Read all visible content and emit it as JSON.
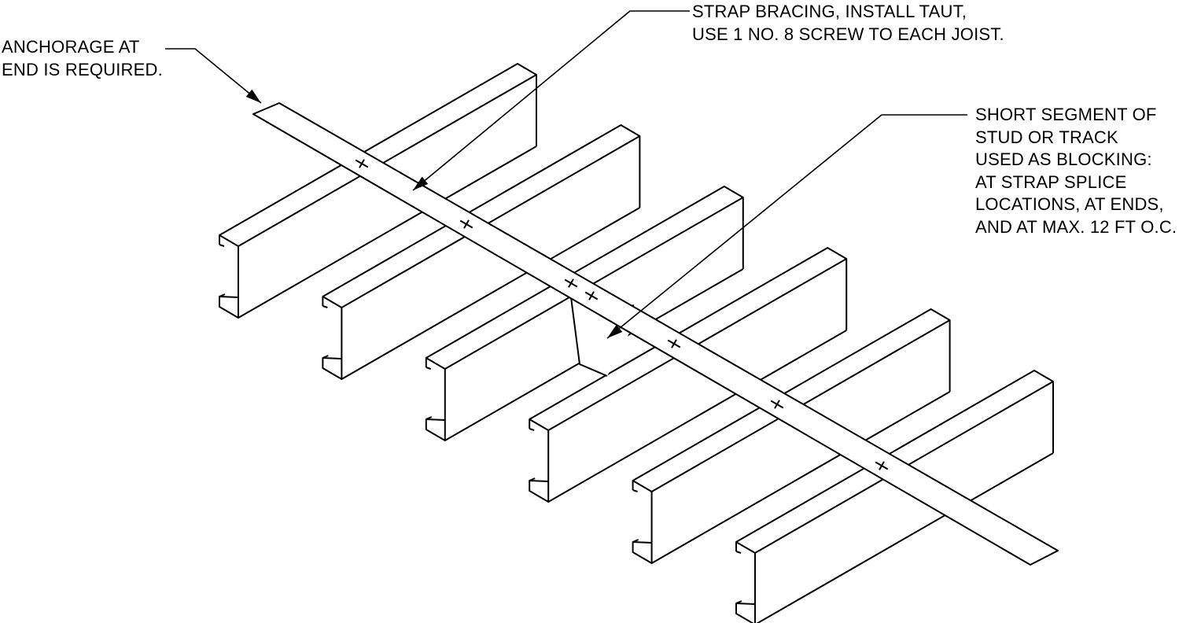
{
  "notes": {
    "anchorage": [
      "ANCHORAGE AT",
      "END IS REQUIRED."
    ],
    "strap": [
      "STRAP BRACING, INSTALL TAUT,",
      "USE 1 NO. 8 SCREW TO EACH JOIST."
    ],
    "blocking": [
      "SHORT SEGMENT OF",
      "STUD OR TRACK",
      "USED AS BLOCKING:",
      "AT STRAP SPLICE",
      "LOCATIONS, AT ENDS,",
      "AND AT MAX. 12 FT O.C."
    ]
  },
  "joist_count": 6,
  "screw_count": 7,
  "colors": {
    "line": "#000000",
    "background": "#ffffff"
  }
}
